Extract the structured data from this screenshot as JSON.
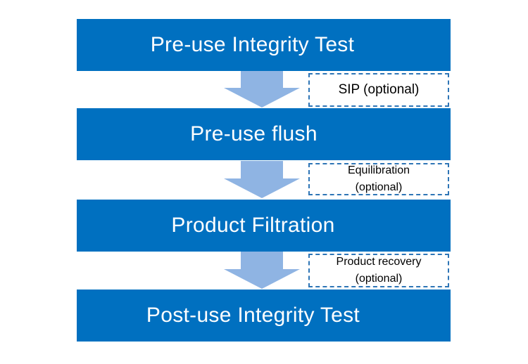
{
  "steps": [
    {
      "label": "Pre-use Integrity Test"
    },
    {
      "label": "Pre-use flush"
    },
    {
      "label": "Product Filtration"
    },
    {
      "label": "Post-use Integrity Test"
    }
  ],
  "notes": [
    {
      "line1": "SIP (optional)"
    },
    {
      "line1": "Equilibration",
      "line2": "(optional)"
    },
    {
      "line1": "Product recovery",
      "line2": "(optional)"
    }
  ],
  "colors": {
    "step_fill": "#0070C0",
    "arrow_fill": "#8FB4E3",
    "note_border": "#2E75B6"
  }
}
